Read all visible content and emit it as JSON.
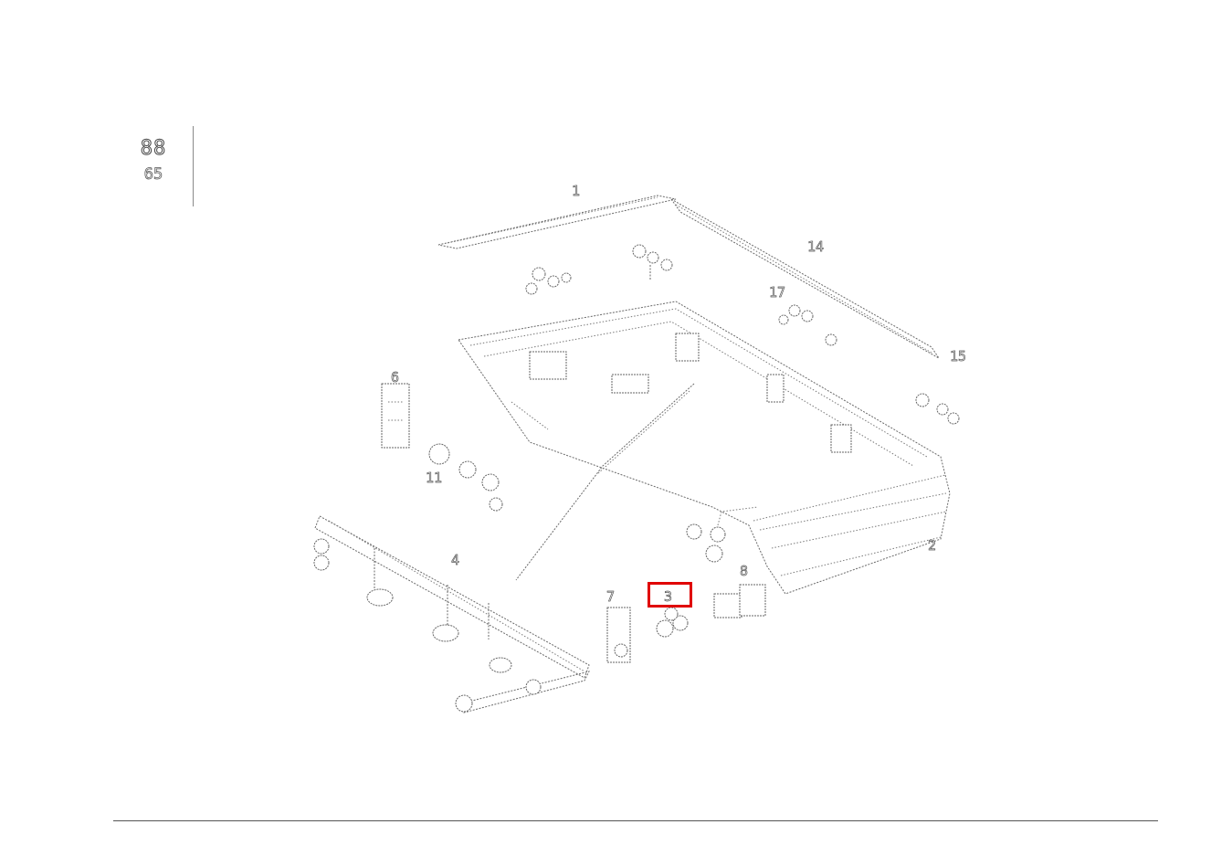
{
  "header": {
    "group_code": "88",
    "group_sub": "65"
  },
  "callouts": [
    {
      "id": "c1",
      "label": "1"
    },
    {
      "id": "c2",
      "label": "14"
    },
    {
      "id": "c3",
      "label": "17"
    },
    {
      "id": "c4",
      "label": "15"
    },
    {
      "id": "c5",
      "label": "2"
    },
    {
      "id": "c6",
      "label": "7"
    },
    {
      "id": "c7",
      "label": "11"
    },
    {
      "id": "c8",
      "label": "4"
    },
    {
      "id": "c9",
      "label": "6"
    },
    {
      "id": "c10",
      "label": "8"
    },
    {
      "id": "c11",
      "label": "3"
    }
  ],
  "highlight": {
    "label": "3",
    "color": "#e00000"
  }
}
